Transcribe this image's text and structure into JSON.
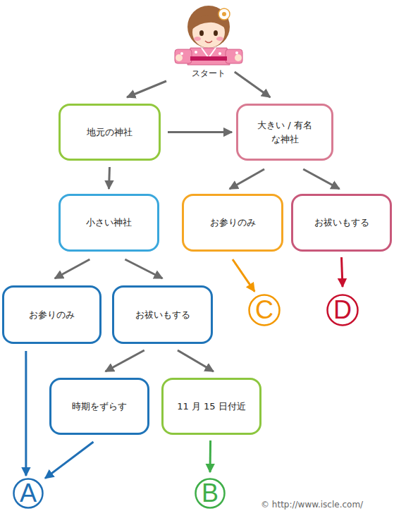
{
  "diagram": {
    "nodes": [
      {
        "text": [
          "スタート"
        ]
      },
      {
        "text": [
          "地元の神社"
        ]
      },
      {
        "text": [
          "大きい / 有名 な神社"
        ]
      },
      {
        "text": [
          "小さい神社"
        ]
      },
      {
        "text": [
          "お参りのみ"
        ]
      },
      {
        "text": [
          "お祓いもする"
        ]
      },
      {
        "text": [
          "お参りのみ"
        ]
      },
      {
        "text": [
          "お祓いもする"
        ]
      },
      {
        "text": [
          "時期をずらす"
        ]
      },
      {
        "text": [
          "11 月 15 日付近"
        ]
      },
      {
        "text": [
          "C"
        ]
      },
      {
        "text": [
          "D"
        ]
      },
      {
        "text": [
          "A"
        ]
      },
      {
        "text": [
          "B"
        ]
      }
    ],
    "edges": [
      {
        "from": 0,
        "to": 1,
        "arrow": "to"
      },
      {
        "from": 0,
        "to": 2,
        "arrow": "to"
      },
      {
        "from": 1,
        "to": 2,
        "arrow": "to"
      },
      {
        "from": 1,
        "to": 3,
        "arrow": "to"
      },
      {
        "from": 2,
        "to": 4,
        "arrow": "to"
      },
      {
        "from": 2,
        "to": 5,
        "arrow": "to"
      },
      {
        "from": 3,
        "to": 6,
        "arrow": "to"
      },
      {
        "from": 3,
        "to": 7,
        "arrow": "to"
      },
      {
        "from": 4,
        "to": 10,
        "arrow": "to"
      },
      {
        "from": 5,
        "to": 11,
        "arrow": "to"
      },
      {
        "from": 6,
        "to": 12,
        "arrow": "to"
      },
      {
        "from": 7,
        "to": 8,
        "arrow": "to"
      },
      {
        "from": 7,
        "to": 9,
        "arrow": "to"
      },
      {
        "from": 8,
        "to": 12,
        "arrow": "to"
      },
      {
        "from": 9,
        "to": 13,
        "arrow": "to"
      }
    ],
    "labels": [
      "© http://www.iscle.com/"
    ]
  }
}
